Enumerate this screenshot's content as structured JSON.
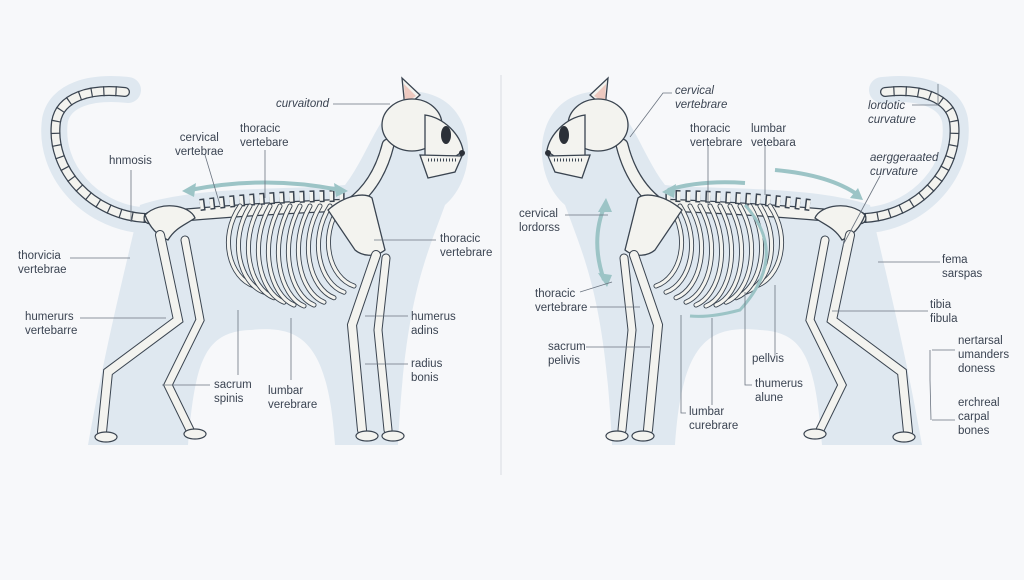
{
  "colors": {
    "background": "#f7f8fa",
    "silhouette": "#dfe8f0",
    "bone": "#f3f3ef",
    "outline": "#3a4450",
    "arrow": "#9cc4c6",
    "ear": "#eec9c0",
    "leader": "#6b7480"
  },
  "left_panel": {
    "labels": [
      {
        "text": "curvaitond",
        "italic": true
      },
      {
        "text": "cervical\nvertebrae"
      },
      {
        "text": "thoracic\nvertebare"
      },
      {
        "text": "hnmosis"
      },
      {
        "text": "thorvicia\nvertebrae"
      },
      {
        "text": "humerurs\nvertebarre"
      },
      {
        "text": "sacrum\nspinis"
      },
      {
        "text": "lumbar\nverebrare"
      },
      {
        "text": "thoracic\nvertebrare"
      },
      {
        "text": "humerus\nadins"
      },
      {
        "text": "radius\nbonis"
      }
    ]
  },
  "right_panel": {
    "labels": [
      {
        "text": "cervical\nvertebrare",
        "italic": true
      },
      {
        "text": "thoracic\nvertebrare"
      },
      {
        "text": "lumbar\nvetebara"
      },
      {
        "text": "lordotic\ncurvature",
        "italic": true
      },
      {
        "text": "aerggeraated\ncurvature",
        "italic": true
      },
      {
        "text": "cervical\nlordorss"
      },
      {
        "text": "thoracic\nvertebrare"
      },
      {
        "text": "fema\nsarspas"
      },
      {
        "text": "tibia\nfibula"
      },
      {
        "text": "sacrum\npelivis"
      },
      {
        "text": "pellvis"
      },
      {
        "text": "thumerus\nalune"
      },
      {
        "text": "nertarsal\numanders\ndoness"
      },
      {
        "text": "lumbar\ncurebrare"
      },
      {
        "text": "erchreal\ncarpal\nbones"
      }
    ]
  }
}
